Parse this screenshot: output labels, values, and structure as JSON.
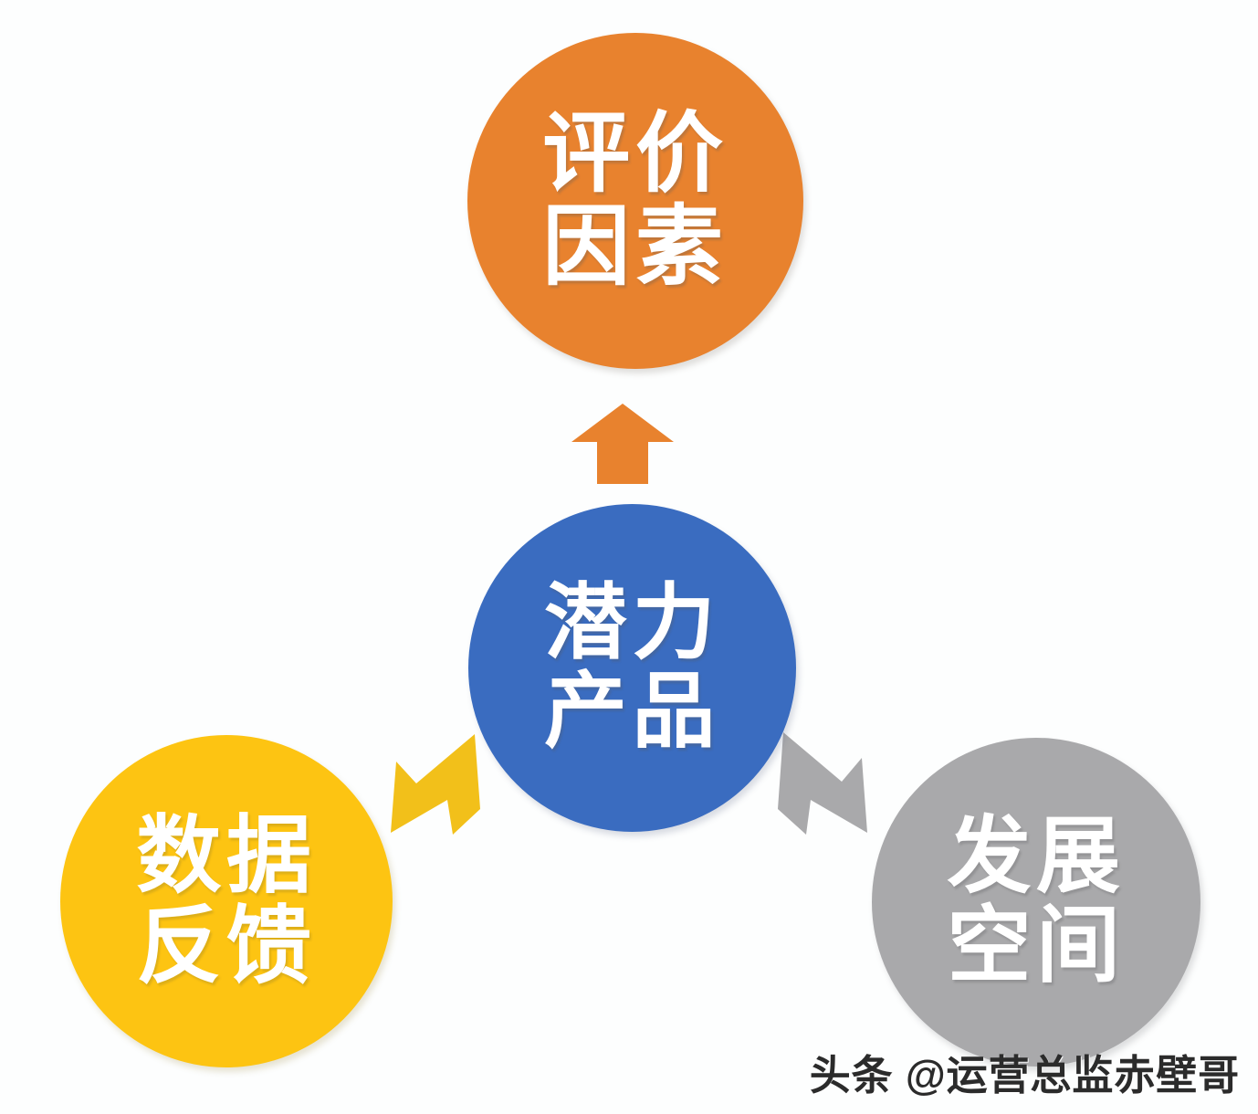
{
  "diagram": {
    "type": "cycle-diagram",
    "background_color": "#fdfefe",
    "nodes": [
      {
        "id": "evaluation",
        "label_line1": "评价",
        "label_line2": "因素",
        "color": "#e8822e",
        "position": "top"
      },
      {
        "id": "potential",
        "label_line1": "潜力",
        "label_line2": "产品",
        "color": "#3a6cc0",
        "position": "center"
      },
      {
        "id": "data",
        "label_line1": "数据",
        "label_line2": "反馈",
        "color": "#fdc412",
        "position": "bottom-left"
      },
      {
        "id": "development",
        "label_line1": "发展",
        "label_line2": "空间",
        "color": "#a9a9ab",
        "position": "bottom-right"
      }
    ],
    "arrows": [
      {
        "id": "arrow-up",
        "icon": "arrow-up-icon",
        "color": "#e8822e",
        "from": "potential",
        "to": "evaluation",
        "direction": "up"
      },
      {
        "id": "arrow-down-left",
        "icon": "arrow-down-left-icon",
        "color": "#f2c01a",
        "from": "potential",
        "to": "data",
        "direction": "down-left"
      },
      {
        "id": "arrow-down-right",
        "icon": "arrow-down-right-icon",
        "color": "#a9a9ab",
        "from": "potential",
        "to": "development",
        "direction": "down-right"
      }
    ]
  },
  "watermark": {
    "text": "头条 @运营总监赤壁哥"
  }
}
